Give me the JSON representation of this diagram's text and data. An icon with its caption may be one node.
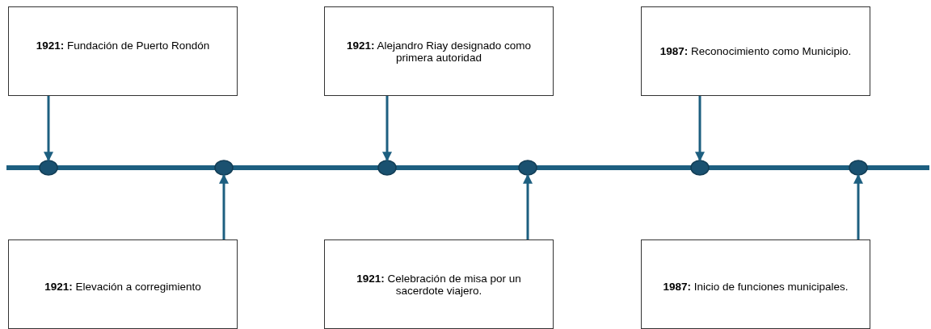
{
  "diagram": {
    "nodes": [
      {
        "text": [
          "**1921:** Fundación de Puerto Rondón"
        ]
      },
      {
        "text": [
          "**1921:** Elevación a corregimiento"
        ]
      },
      {
        "text": [
          "**1921:** Alejandro Riay designado como primera autoridad"
        ]
      },
      {
        "text": [
          "**1921:** Celebración de misa por un sacerdote viajero."
        ]
      },
      {
        "text": [
          "**1987:** Reconocimiento como Municipio."
        ]
      },
      {
        "text": [
          "**1987:** Inicio de funciones municipales."
        ]
      },
      {
        "text": [],
        "shape": "circle"
      },
      {
        "text": [],
        "shape": "circle"
      },
      {
        "text": [],
        "shape": "circle"
      },
      {
        "text": [],
        "shape": "circle"
      },
      {
        "text": [],
        "shape": "circle"
      },
      {
        "text": [],
        "shape": "circle"
      }
    ],
    "edges": [
      {
        "from": 0,
        "to": 6,
        "arrow": "to"
      },
      {
        "from": 1,
        "to": 7,
        "arrow": "to"
      },
      {
        "from": 2,
        "to": 8,
        "arrow": "to"
      },
      {
        "from": 3,
        "to": 9,
        "arrow": "to"
      },
      {
        "from": 4,
        "to": 10,
        "arrow": "to"
      },
      {
        "from": 5,
        "to": 11,
        "arrow": "to"
      }
    ]
  }
}
